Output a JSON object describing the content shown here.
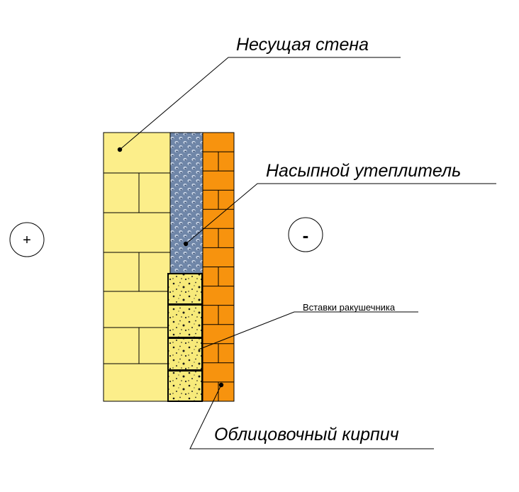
{
  "labels": {
    "load_bearing_wall": "Несущая стена",
    "loose_insulation": "Насыпной утеплитель",
    "shell_rock_inserts": "Вставки ракушечника",
    "facing_brick": "Облицовочный кирпич"
  },
  "signs": {
    "warm_side": "+",
    "cold_side": "-"
  },
  "colors": {
    "wall_block": "#fcee8a",
    "insulation": "#6f86a8",
    "insulation_granule": "#c7d3e3",
    "shell_rock": "#f7ea7a",
    "facing_brick": "#f7930e",
    "mortar_line": "#000000"
  }
}
